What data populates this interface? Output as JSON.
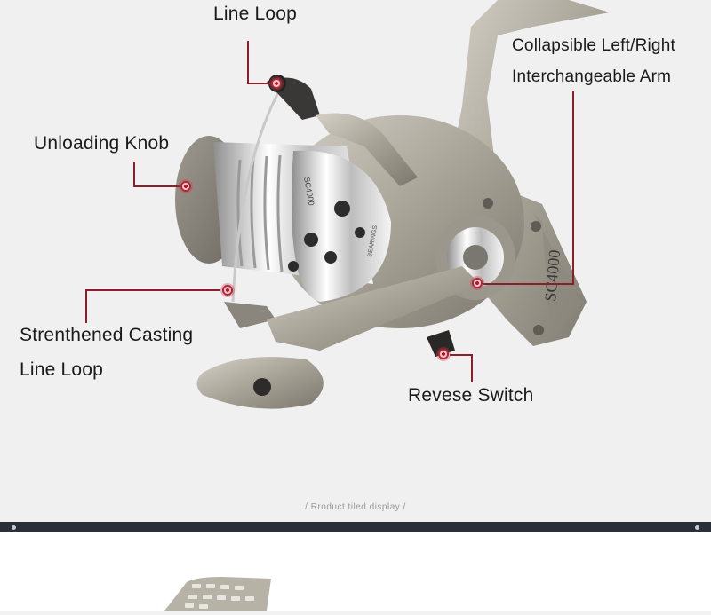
{
  "callouts": {
    "line_loop": "Line Loop",
    "arm_line1": "Collapsible Left/Right",
    "arm_line2": "Interchangeable Arm",
    "unloading_knob": "Unloading Knob",
    "casting_line1": "Strenthened Casting",
    "casting_line2": "Line Loop",
    "reverse_switch": "Revese Switch"
  },
  "reel_markings": {
    "model": "SC4000",
    "bearings": "BEARINGS",
    "spool_text": "SC4000"
  },
  "caption": "/  Rroduct tiled display  /",
  "colors": {
    "leader_line": "#8a1f2a",
    "marker": "#b52434",
    "divider": "#2a2f38"
  }
}
